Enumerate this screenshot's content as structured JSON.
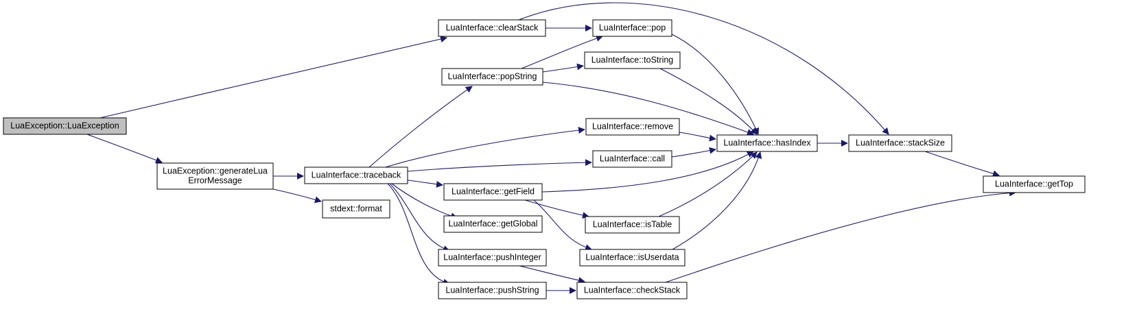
{
  "colors": {
    "edge": "#191970",
    "node_fill": "#ffffff",
    "root_fill": "#bfbfbf",
    "node_border": "#000000"
  },
  "nodes": {
    "luaexception": {
      "lines": [
        "LuaException::LuaException"
      ],
      "root": true
    },
    "generate": {
      "lines": [
        "LuaException::generateLua",
        "ErrorMessage"
      ]
    },
    "clearstack": {
      "lines": [
        "LuaInterface::clearStack"
      ]
    },
    "traceback": {
      "lines": [
        "LuaInterface::traceback"
      ]
    },
    "format": {
      "lines": [
        "stdext::format"
      ]
    },
    "popstring": {
      "lines": [
        "LuaInterface::popString"
      ]
    },
    "getfield": {
      "lines": [
        "LuaInterface::getField"
      ]
    },
    "getglobal": {
      "lines": [
        "LuaInterface::getGlobal"
      ]
    },
    "pushinteger": {
      "lines": [
        "LuaInterface::pushInteger"
      ]
    },
    "pushstring": {
      "lines": [
        "LuaInterface::pushString"
      ]
    },
    "pop": {
      "lines": [
        "LuaInterface::pop"
      ]
    },
    "tostring": {
      "lines": [
        "LuaInterface::toString"
      ]
    },
    "remove": {
      "lines": [
        "LuaInterface::remove"
      ]
    },
    "call": {
      "lines": [
        "LuaInterface::call"
      ]
    },
    "istable": {
      "lines": [
        "LuaInterface::isTable"
      ]
    },
    "isuserdata": {
      "lines": [
        "LuaInterface::isUserdata"
      ]
    },
    "checkstack": {
      "lines": [
        "LuaInterface::checkStack"
      ]
    },
    "hasindex": {
      "lines": [
        "LuaInterface::hasIndex"
      ]
    },
    "stacksize": {
      "lines": [
        "LuaInterface::stackSize"
      ]
    },
    "gettop": {
      "lines": [
        "LuaInterface::getTop"
      ]
    }
  },
  "edges": [
    [
      "luaexception",
      "clearstack"
    ],
    [
      "luaexception",
      "generate"
    ],
    [
      "clearstack",
      "pop"
    ],
    [
      "clearstack",
      "stacksize"
    ],
    [
      "generate",
      "traceback"
    ],
    [
      "generate",
      "format"
    ],
    [
      "traceback",
      "popstring"
    ],
    [
      "traceback",
      "remove"
    ],
    [
      "traceback",
      "call"
    ],
    [
      "traceback",
      "getfield"
    ],
    [
      "traceback",
      "getglobal"
    ],
    [
      "traceback",
      "pushinteger"
    ],
    [
      "traceback",
      "pushstring"
    ],
    [
      "popstring",
      "pop"
    ],
    [
      "popstring",
      "tostring"
    ],
    [
      "popstring",
      "hasindex"
    ],
    [
      "pop",
      "hasindex"
    ],
    [
      "tostring",
      "hasindex"
    ],
    [
      "remove",
      "hasindex"
    ],
    [
      "call",
      "hasindex"
    ],
    [
      "getfield",
      "hasindex"
    ],
    [
      "getfield",
      "istable"
    ],
    [
      "getfield",
      "isuserdata"
    ],
    [
      "istable",
      "hasindex"
    ],
    [
      "isuserdata",
      "hasindex"
    ],
    [
      "pushinteger",
      "checkstack"
    ],
    [
      "pushstring",
      "checkstack"
    ],
    [
      "checkstack",
      "gettop"
    ],
    [
      "hasindex",
      "stacksize"
    ],
    [
      "stacksize",
      "gettop"
    ]
  ]
}
